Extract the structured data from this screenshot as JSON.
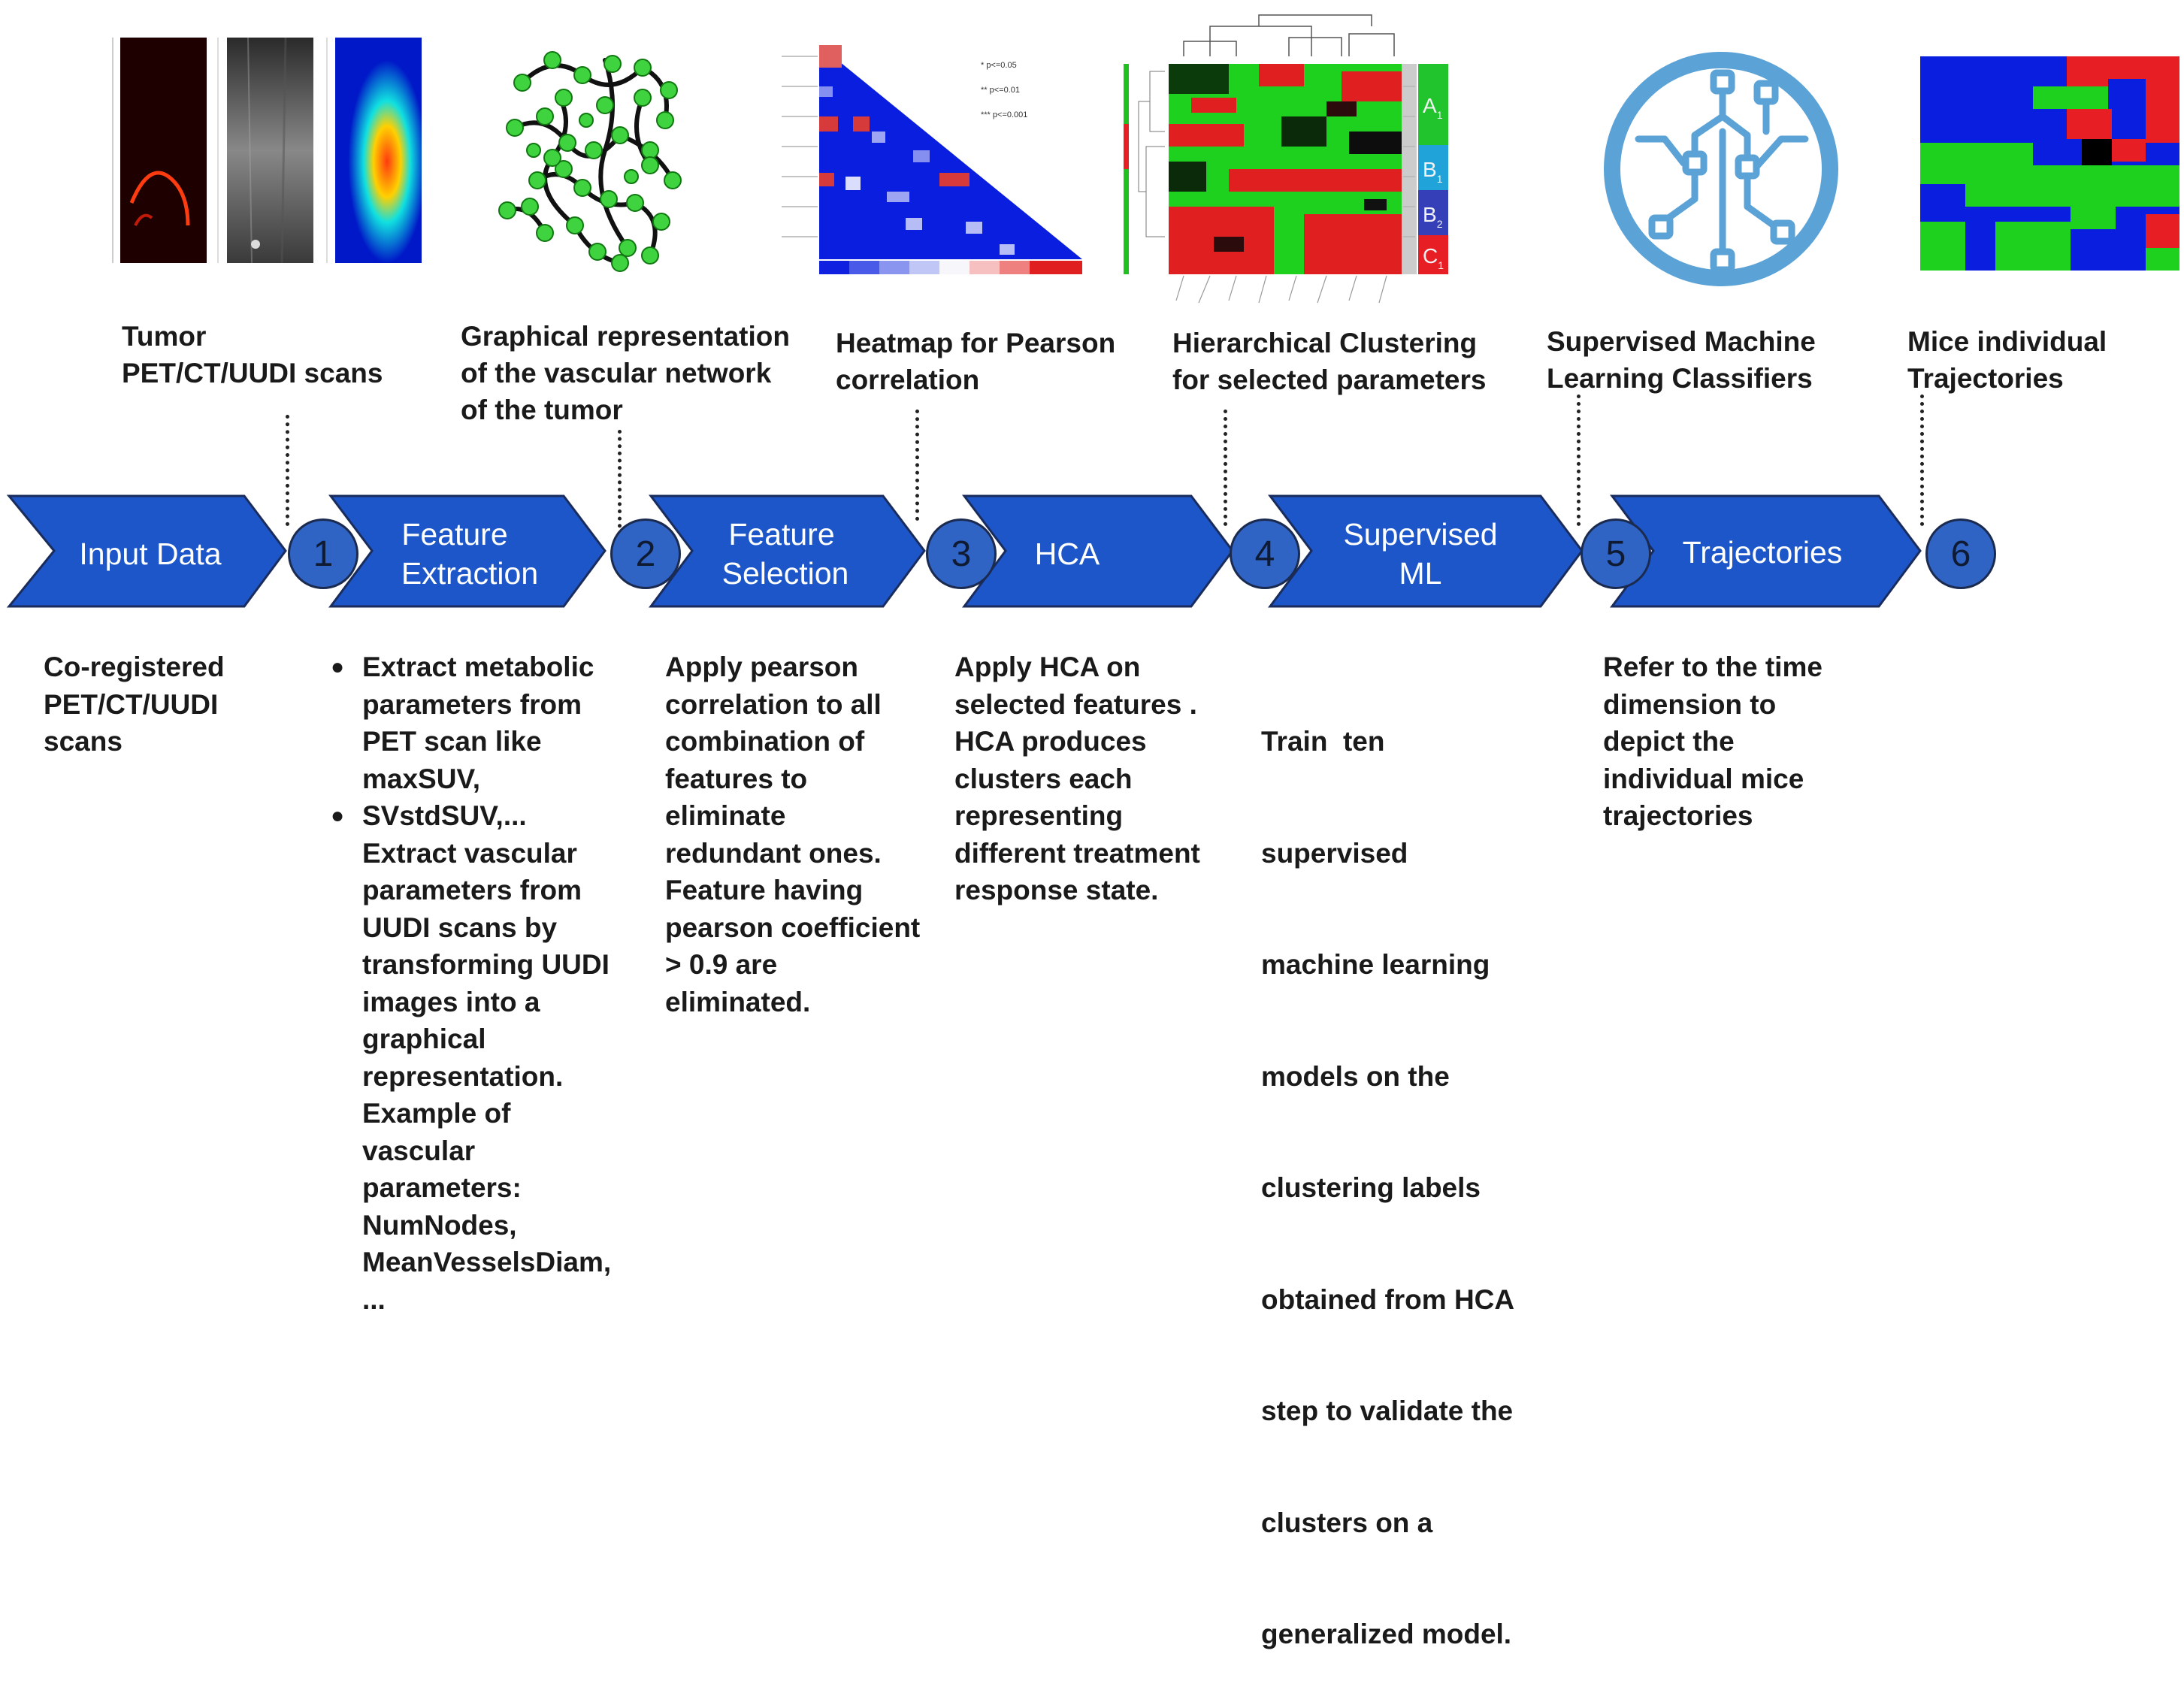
{
  "thumbnails": {
    "heatmap_legend": [
      "*    p<=0.05",
      "**   p<=0.01",
      "***  p<=0.001"
    ],
    "cluster_labels": [
      "A",
      "B",
      "B",
      "C"
    ],
    "cluster_subscripts": [
      "1",
      "1",
      "2",
      "1"
    ],
    "cluster_colors": [
      "#22c42e",
      "#1fa3d8",
      "#3540b8",
      "#e81e25"
    ]
  },
  "top_labels": [
    [
      "Tumor",
      "PET/CT/UUDI scans"
    ],
    [
      "Graphical representation",
      "of the vascular network",
      "of the tumor"
    ],
    [
      "Heatmap for Pearson",
      "correlation"
    ],
    [
      "Hierarchical Clustering",
      "for selected parameters"
    ],
    [
      "Supervised Machine",
      "Learning Classifiers"
    ],
    [
      "Mice individual",
      "Trajectories"
    ]
  ],
  "steps": [
    {
      "label": [
        "Input Data"
      ]
    },
    {
      "label": [
        "Feature",
        "Extraction"
      ]
    },
    {
      "label": [
        "Feature",
        "Selection"
      ]
    },
    {
      "label": [
        "HCA"
      ]
    },
    {
      "label": [
        "Supervised",
        "ML"
      ]
    },
    {
      "label": [
        "Trajectories"
      ]
    }
  ],
  "numbers": [
    "1",
    "2",
    "3",
    "4",
    "5",
    "6"
  ],
  "descriptions": {
    "input": [
      "Co-registered",
      "PET/CT/UUDI",
      "scans"
    ],
    "extraction_bullets": [
      [
        "Extract metabolic",
        "parameters from",
        "PET scan like",
        "maxSUV,"
      ],
      [
        "SVstdSUV,...",
        "Extract vascular",
        "parameters from",
        "UUDI scans by",
        "transforming UUDI",
        "images into a",
        "graphical",
        "representation.",
        "Example of",
        "vascular",
        "parameters:",
        "NumNodes,",
        "MeanVesselsDiam,",
        "..."
      ]
    ],
    "selection": [
      "Apply pearson",
      "correlation to all",
      "combination of",
      "features to",
      "eliminate",
      "redundant ones.",
      "Feature having",
      "pearson coefficient",
      "> 0.9 are",
      "eliminated."
    ],
    "hca": [
      "Apply HCA on",
      "selected features .",
      "HCA produces",
      "clusters each",
      "representing",
      "different treatment",
      "response state."
    ],
    "ml": [
      "Train  ten",
      "supervised",
      "machine learning",
      "models on the",
      "clustering labels",
      "obtained from HCA",
      "step to validate the",
      "clusters on a",
      "generalized model."
    ],
    "trajectories": [
      "Refer to the time",
      "dimension to",
      "depict the",
      "individual mice",
      "trajectories"
    ]
  },
  "colors": {
    "chevron": "#1d56c9",
    "chevron_border": "#1a2c5c",
    "circle": "#2f63c4",
    "text_dark": "#1a1a1a",
    "heat_blue": "#0a1ee0",
    "heat_red": "#e02020",
    "heat_green": "#1fd11f"
  },
  "icons": [
    "machine-learning-circuit-icon",
    "bullet-dot-icon"
  ]
}
